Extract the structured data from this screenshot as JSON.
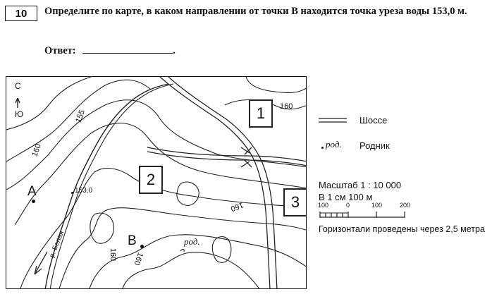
{
  "question": {
    "number": "10",
    "text": "Определите по карте, в каком направлении от точки В находится точка уреза воды 153,0 м.",
    "answer_label": "Ответ:",
    "answer_suffix": "."
  },
  "map": {
    "compass_north": "С",
    "compass_south": "Ю",
    "contour_labels": [
      "160",
      "155",
      "160",
      "160",
      "160",
      "160"
    ],
    "elevation_label": "153,0",
    "river_label": "р. Белая",
    "spring_label": "род.",
    "point_a": "А",
    "point_b": "В",
    "squares": [
      "1",
      "2",
      "3"
    ]
  },
  "legend": {
    "highway": "Шоссе",
    "spring_symbol": "род.",
    "spring": "Родник",
    "scale": "Масштаб 1 : 10 000",
    "scale_cm": "В 1 см 100 м",
    "bar_labels": [
      "100",
      "0",
      "100",
      "200"
    ],
    "contours_note": "Горизонтали проведены через 2,5 метра"
  }
}
